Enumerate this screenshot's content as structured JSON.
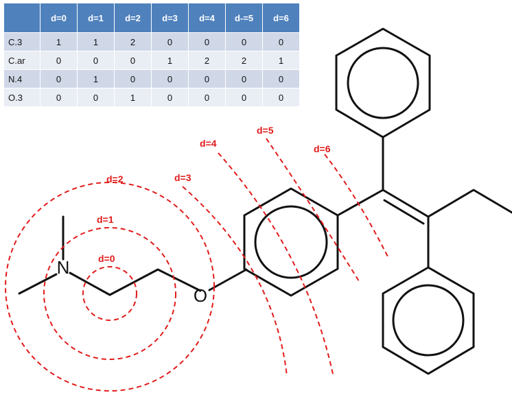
{
  "table": {
    "headers": [
      "",
      "d=0",
      "d=1",
      "d=2",
      "d=3",
      "d=4",
      "d-=5",
      "d=6"
    ],
    "rows": [
      {
        "label": "C.3",
        "values": [
          "1",
          "1",
          "2",
          "0",
          "0",
          "0",
          "0"
        ]
      },
      {
        "label": "C.ar",
        "values": [
          "0",
          "0",
          "0",
          "1",
          "2",
          "2",
          "1"
        ]
      },
      {
        "label": "N.4",
        "values": [
          "0",
          "1",
          "0",
          "0",
          "0",
          "0",
          "0"
        ]
      },
      {
        "label": "O.3",
        "values": [
          "0",
          "0",
          "1",
          "0",
          "0",
          "0",
          "0"
        ]
      }
    ]
  },
  "distance_labels": {
    "d0": "d=0",
    "d1": "d=1",
    "d2": "d=2",
    "d3": "d=3",
    "d4": "d=4",
    "d5": "d=5",
    "d6": "d=6"
  },
  "atoms": {
    "nitrogen": "N",
    "oxygen": "O"
  },
  "colors": {
    "header_bg": "#4f81bd",
    "row_odd": "#d0d8e8",
    "row_even": "#e9edf4",
    "shell": "#e21a1a"
  }
}
